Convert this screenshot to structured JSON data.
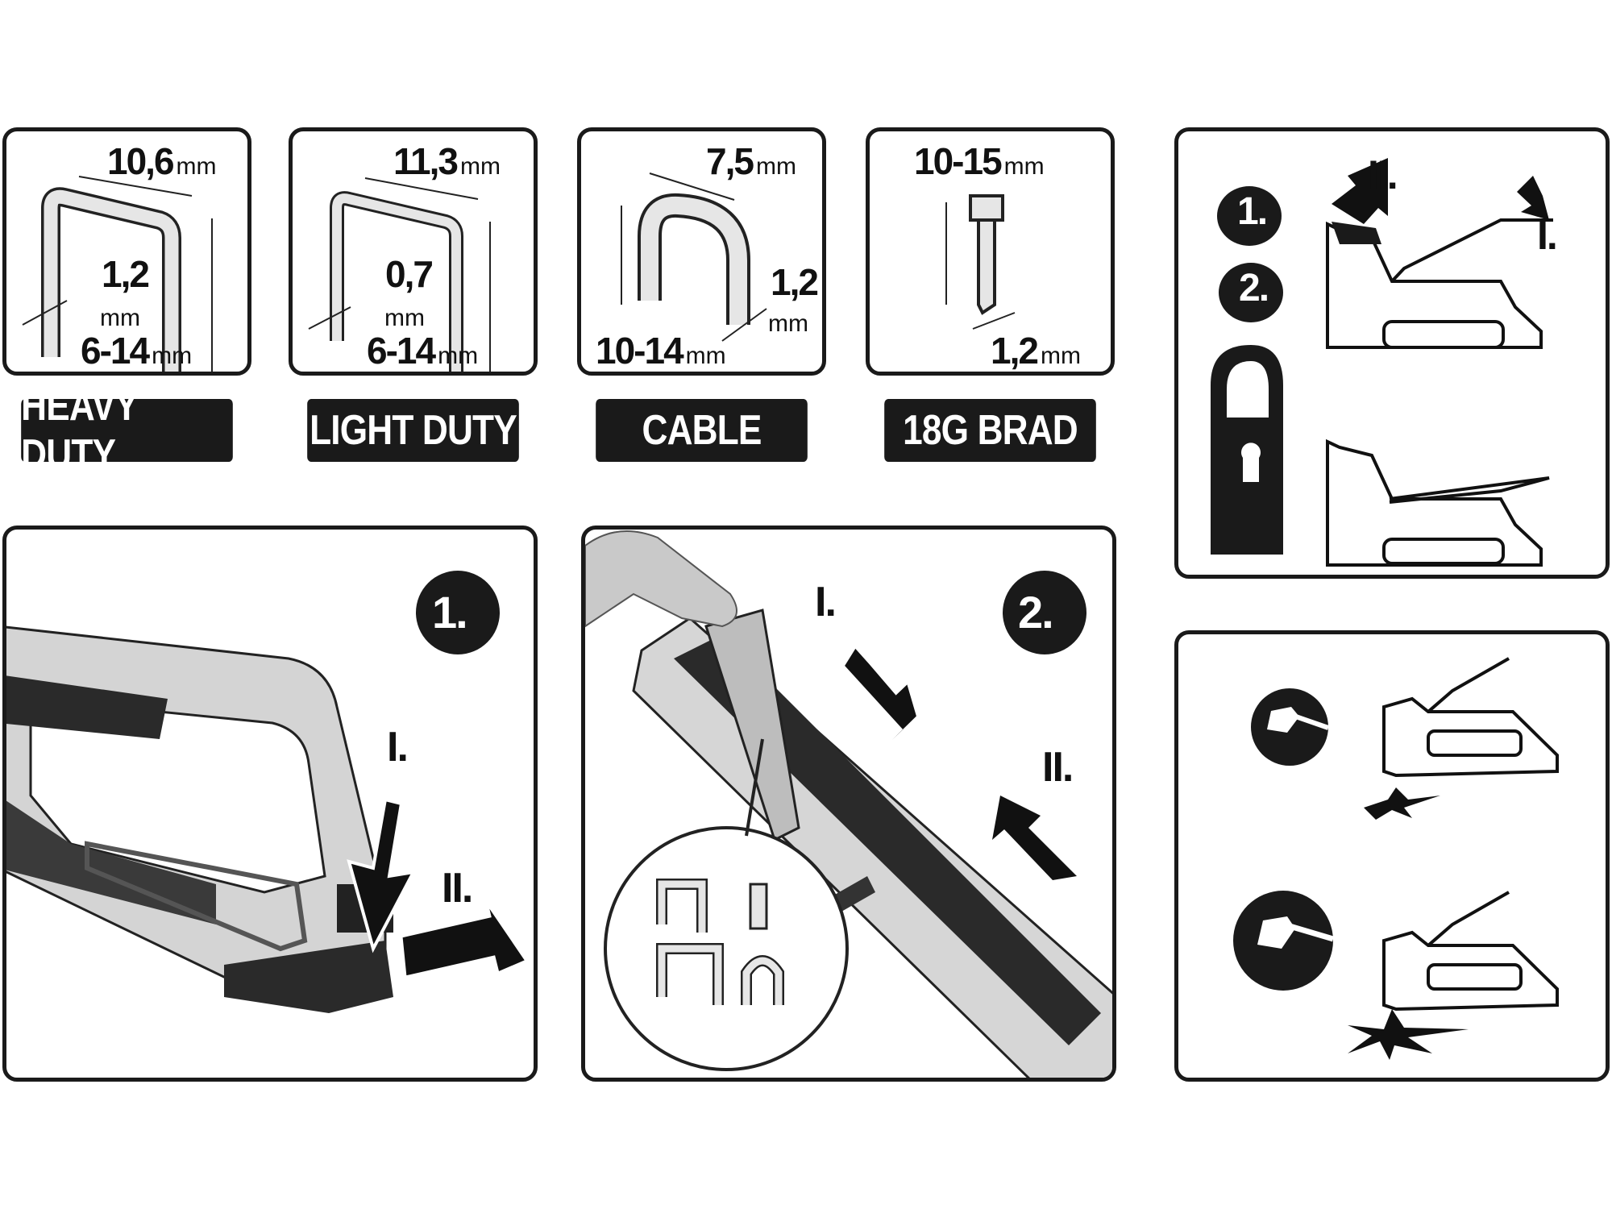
{
  "staples": [
    {
      "type": "HEAVY DUTY",
      "width": "10,6",
      "thickness": "1,2",
      "length": "6-14",
      "unit": "mm"
    },
    {
      "type": "LIGHT DUTY",
      "width": "11,3",
      "thickness": "0,7",
      "length": "6-14",
      "unit": "mm"
    },
    {
      "type": "CABLE",
      "width": "7,5",
      "thickness": "1,2",
      "length": "10-14",
      "unit": "mm"
    },
    {
      "type": "18G BRAD",
      "length": "10-15",
      "thickness": "1,2",
      "unit": "mm"
    }
  ],
  "loading_steps": {
    "step1": "1.",
    "step2": "2.",
    "sub1": "I.",
    "sub2": "II."
  },
  "lock_panel": {
    "step1": "1.",
    "step2": "2.",
    "sub1": "I.",
    "sub2": "II."
  },
  "colors": {
    "ink": "#1a1a1a",
    "staple_fill": "#e6e6e6",
    "photo_grey": "#cfcfcf"
  }
}
